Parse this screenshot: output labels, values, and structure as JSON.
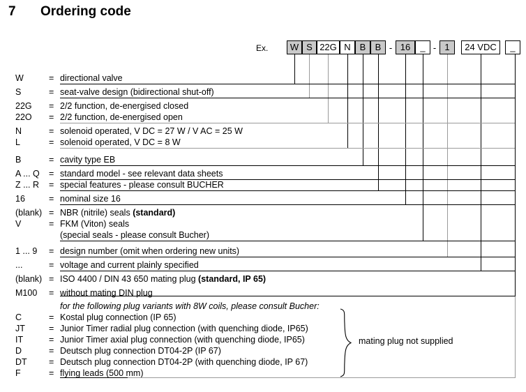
{
  "heading": {
    "section_number": "7",
    "title": "Ordering code"
  },
  "example": {
    "label": "Ex.",
    "separator": "-",
    "boxes": [
      {
        "text": "W",
        "shaded": true
      },
      {
        "text": "S",
        "shaded": true
      },
      {
        "text": "22G",
        "shaded": false
      },
      {
        "text": "N",
        "shaded": false
      },
      {
        "text": "B",
        "shaded": true
      },
      {
        "text": "B",
        "shaded": true
      },
      {
        "text": "16",
        "shaded": true
      },
      {
        "text": "_",
        "shaded": false
      },
      {
        "text": "1",
        "shaded": true
      },
      {
        "text": "24 VDC",
        "shaded": false
      },
      {
        "text": "_",
        "shaded": false
      }
    ]
  },
  "legend": [
    {
      "code": "W",
      "eq": "=",
      "desc": "directional valve"
    },
    {
      "code": "S",
      "eq": "=",
      "desc": "seat-valve design (bidirectional shut-off)"
    },
    {
      "code": "22G",
      "eq": "=",
      "desc": "2/2 function, de-energised closed"
    },
    {
      "code": "22O",
      "eq": "=",
      "desc": "2/2 function, de-energised open"
    },
    {
      "code": "N",
      "eq": "=",
      "desc": "solenoid operated, V DC = 27  W  /  V AC = 25  W"
    },
    {
      "code": "L",
      "eq": "=",
      "desc": "solenoid operated, V DC = 8  W"
    },
    {
      "code": "B",
      "eq": "=",
      "desc": "cavity type EB"
    },
    {
      "code": "A ... Q",
      "eq": "=",
      "desc": "standard model - see relevant data sheets"
    },
    {
      "code": "Z ... R",
      "eq": "=",
      "desc": "special features - please consult BUCHER"
    },
    {
      "code": "16",
      "eq": "=",
      "desc": "nominal size 16"
    },
    {
      "code": "(blank)",
      "eq": "=",
      "desc": "NBR (nitrile) seals  ",
      "desc_bold": "(standard)"
    },
    {
      "code": "V",
      "eq": "=",
      "desc": "FKM (Viton) seals"
    },
    {
      "code": "",
      "eq": "",
      "desc": "(special seals - please consult Bucher)"
    },
    {
      "code": "1 ... 9",
      "eq": "=",
      "desc": "design number (omit when ordering new units)"
    },
    {
      "code": "...",
      "eq": "=",
      "desc": "voltage and current plainly specified"
    },
    {
      "code": "(blank)",
      "eq": "=",
      "desc": "ISO 4400 / DIN 43 650 mating plug ",
      "desc_bold": "(standard, IP 65)"
    },
    {
      "code": "M100",
      "eq": "=",
      "desc": "without mating DIN plug"
    },
    {
      "code": "C",
      "eq": "=",
      "desc": "Kostal plug connection (IP 65)"
    },
    {
      "code": "JT",
      "eq": "=",
      "desc": "Junior Timer radial plug connection (with quenching diode, IP65)"
    },
    {
      "code": "IT",
      "eq": "=",
      "desc": "Junior Timer axial plug connection (with quenching diode, IP65)"
    },
    {
      "code": "D",
      "eq": "=",
      "desc": "Deutsch plug connection DT04-2P (IP 67)"
    },
    {
      "code": "DT",
      "eq": "=",
      "desc": "Deutsch plug connection DT04-2P (with quenching diode, IP 67)"
    },
    {
      "code": "F",
      "eq": "=",
      "desc": "flying leads (500 mm)"
    }
  ],
  "notes": {
    "plug_variants_note": "for the following plug variants with 8W coils, please consult Bucher:",
    "mating_plug_note": "mating plug not supplied"
  },
  "colors": {
    "shaded_box": "#c9c9c9",
    "line_black": "#000000",
    "line_grey": "#9a9a9a",
    "background": "#ffffff",
    "text": "#000000"
  }
}
